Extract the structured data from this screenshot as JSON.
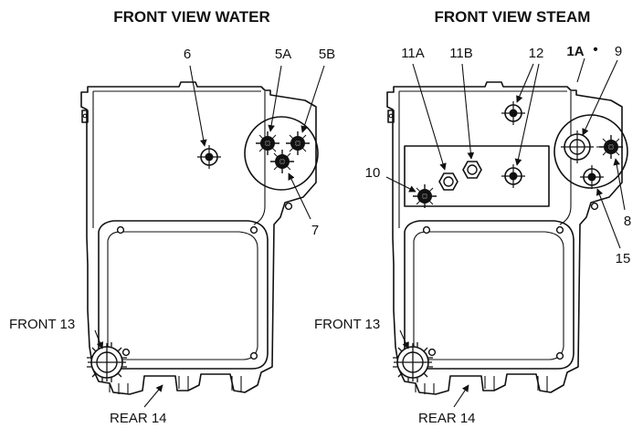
{
  "left_view": {
    "title": "FRONT VIEW WATER",
    "labels": {
      "l6": "6",
      "l5a": "5A",
      "l5b": "5B",
      "l7": "7",
      "front": "FRONT 13",
      "rear": "REAR 14"
    }
  },
  "right_view": {
    "title": "FRONT VIEW STEAM",
    "labels": {
      "l11a": "11A",
      "l11b": "11B",
      "l12": "12",
      "l1a": "1A",
      "l1a_mark": "•",
      "l9": "9",
      "l10": "10",
      "l8": "8",
      "l15": "15",
      "front": "FRONT 13",
      "rear": "REAR 14"
    }
  },
  "colors": {
    "ink": "#111111",
    "paper": "#ffffff"
  }
}
